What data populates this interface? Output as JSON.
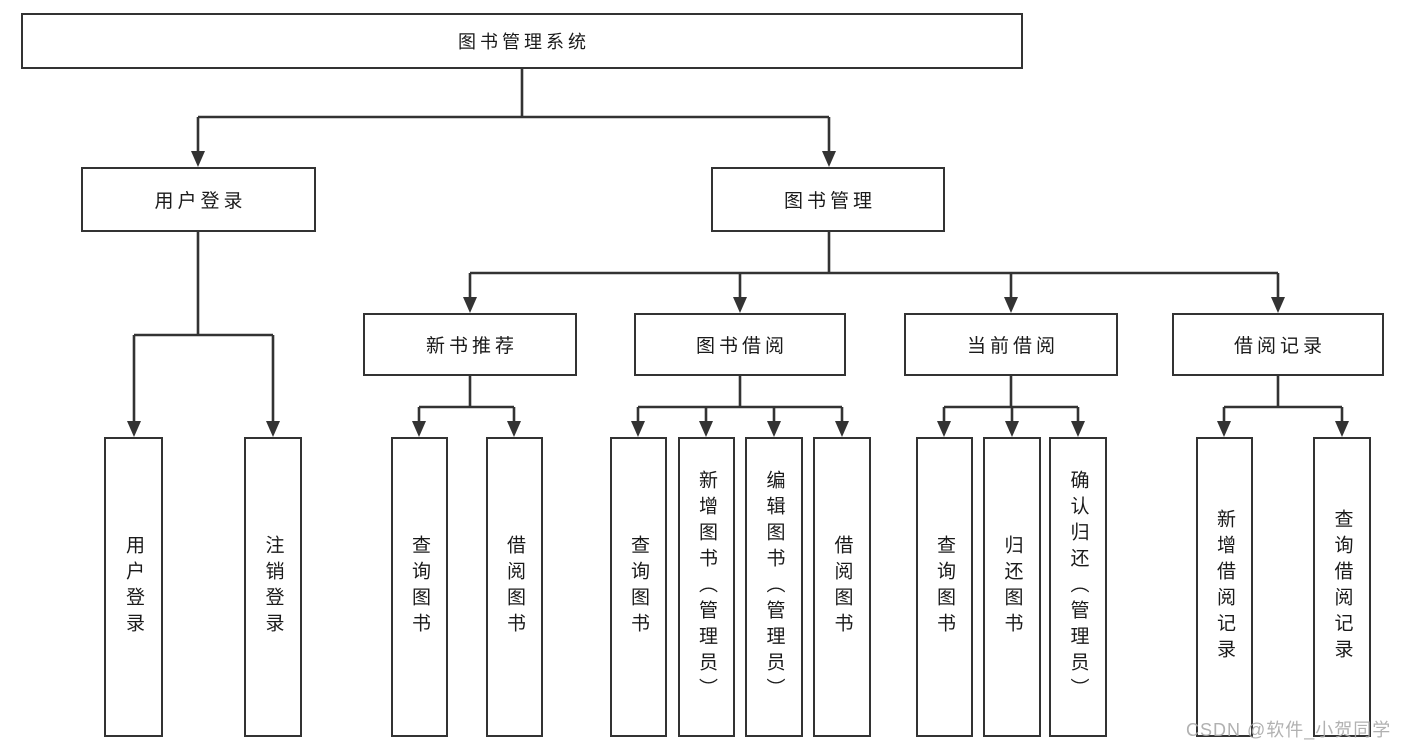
{
  "diagram": {
    "title": "图书管理系统",
    "root": {
      "label": "图书管理系统"
    },
    "branches": [
      {
        "label": "用户登录",
        "children": [
          {
            "label": "用户登录"
          },
          {
            "label": "注销登录"
          }
        ]
      },
      {
        "label": "图书管理",
        "children": [
          {
            "label": "新书推荐",
            "children": [
              {
                "label": "查询图书"
              },
              {
                "label": "借阅图书"
              }
            ]
          },
          {
            "label": "图书借阅",
            "children": [
              {
                "label": "查询图书"
              },
              {
                "label": "新增图书（管理员）"
              },
              {
                "label": "编辑图书（管理员）"
              },
              {
                "label": "借阅图书"
              }
            ]
          },
          {
            "label": "当前借阅",
            "children": [
              {
                "label": "查询图书"
              },
              {
                "label": "归还图书"
              },
              {
                "label": "确认归还（管理员）"
              }
            ]
          },
          {
            "label": "借阅记录",
            "children": [
              {
                "label": "新增借阅记录"
              },
              {
                "label": "查询借阅记录"
              }
            ]
          }
        ]
      }
    ]
  },
  "watermark": {
    "text": "CSDN @软件_小贺同学"
  },
  "colors": {
    "line": "#333333",
    "text": "#1a1a1a",
    "background": "#ffffff",
    "watermark": "#a8a8a8"
  }
}
